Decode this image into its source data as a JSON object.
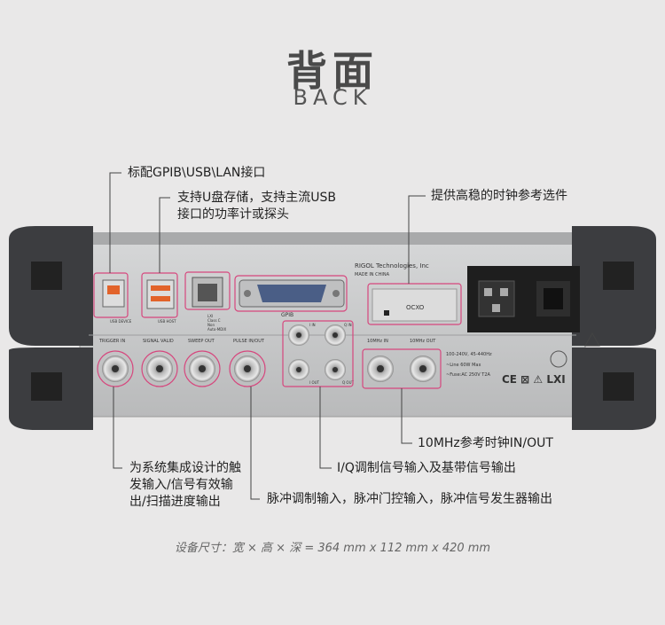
{
  "header": {
    "title_zh": "背面",
    "title_en": "BACK"
  },
  "callouts": {
    "gpib_usb_lan": "标配GPIB\\USB\\LAN接口",
    "usb_host_1": "支持U盘存储，支持主流USB",
    "usb_host_2": "接口的功率计或探头",
    "ref_clock": "提供高稳的时钟参考选件",
    "clock_10mhz": "10MHz参考时钟IN/OUT",
    "iq": "I/Q调制信号输入及基带信号输出",
    "trigger_1": "为系统集成设计的触",
    "trigger_2": "发输入/信号有效输",
    "trigger_3": "出/扫描进度输出",
    "pulse": "脉冲调制输入，脉冲门控输入，脉冲信号发生器输出"
  },
  "panel": {
    "brand": "RIGOL Technologies, Inc",
    "made_in": "MADE IN CHINA",
    "gpib": "GPIB",
    "ocxo": "OCXO",
    "usb_device": "USB DEVICE",
    "usb_host": "USB HOST",
    "lan_1": "LXI",
    "lan_2": "Class C",
    "lan_3": "Non",
    "lan_4": "Auto-MDIX",
    "trigger_in": "TRIGGER IN",
    "signal_valid": "SIGNAL VALID",
    "sweep_out": "SWEEP OUT",
    "pulse_inout": "PULSE IN/OUT",
    "i_in": "I IN",
    "q_in": "Q IN",
    "i_out": "I OUT",
    "q_out": "Q OUT",
    "ref_in": "10MHz IN",
    "ref_out": "10MHz OUT",
    "power_1": "100-240V, 45-440Hz",
    "power_2": "~Line 60W Max",
    "power_3": "~Fuse:AC 250V T2A",
    "cert": "CE ⊠ ⚠ LXI"
  },
  "footer": {
    "dimensions": "设备尺寸：宽 × 高 × 深 = 364 mm x 112 mm x 420 mm"
  },
  "colors": {
    "callout": "#d6467d",
    "panel": "#c9cacb",
    "bumper": "#3c3d40",
    "background": "#e9e8e8"
  }
}
